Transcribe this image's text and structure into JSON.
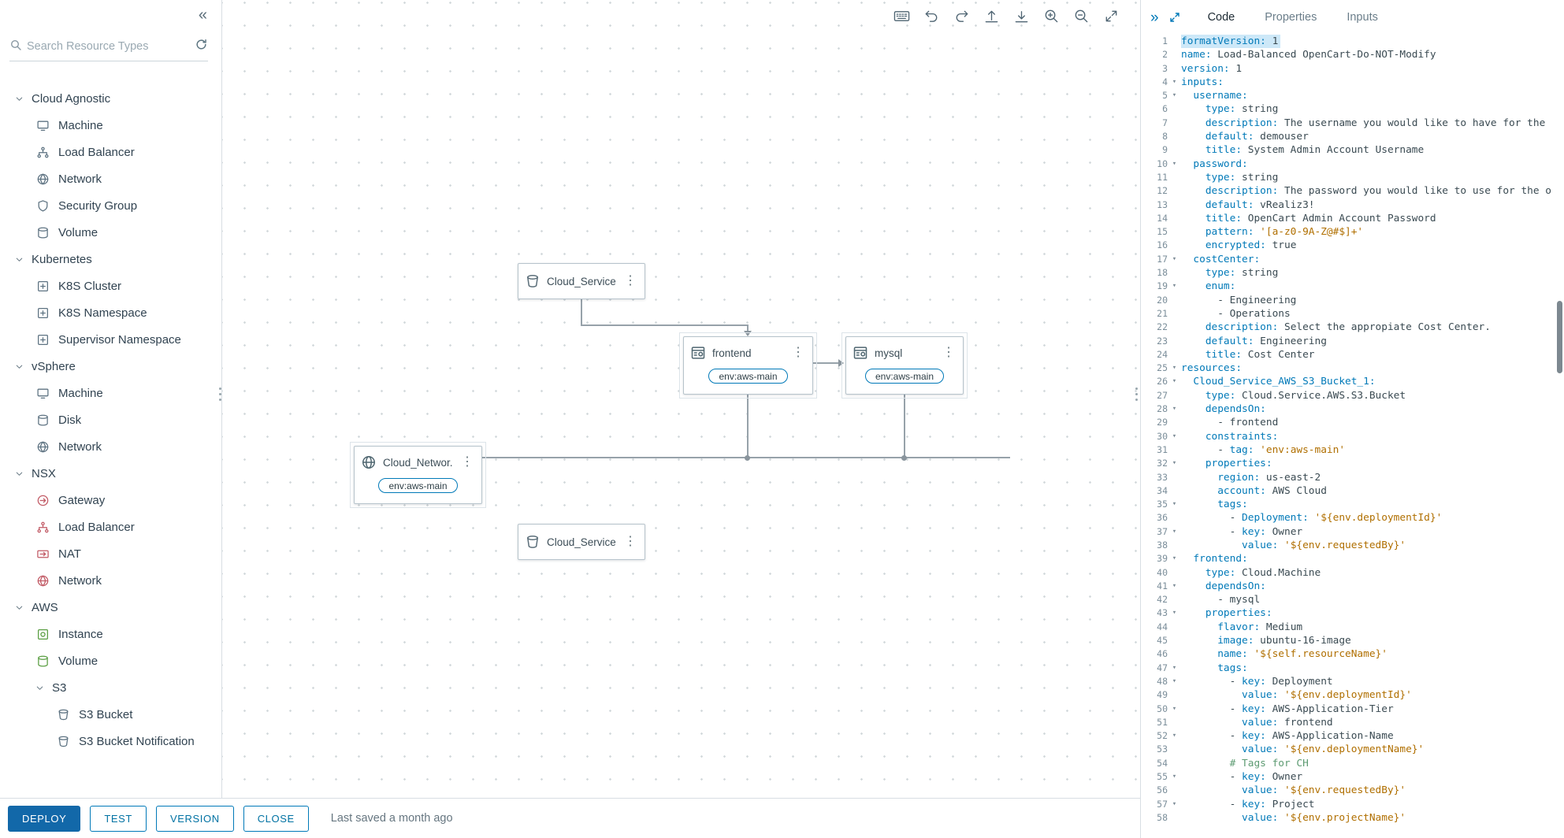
{
  "sidebar": {
    "search_placeholder": "Search Resource Types",
    "groups": [
      {
        "label": "Cloud Agnostic",
        "items": [
          {
            "label": "Machine",
            "icon": "machine",
            "color": "#5e7382"
          },
          {
            "label": "Load Balancer",
            "icon": "load-balancer",
            "color": "#5e7382"
          },
          {
            "label": "Network",
            "icon": "network",
            "color": "#5e7382"
          },
          {
            "label": "Security Group",
            "icon": "security",
            "color": "#5e7382"
          },
          {
            "label": "Volume",
            "icon": "volume",
            "color": "#5e7382"
          }
        ]
      },
      {
        "label": "Kubernetes",
        "items": [
          {
            "label": "K8S Cluster",
            "icon": "namespace",
            "color": "#5e7382"
          },
          {
            "label": "K8S Namespace",
            "icon": "namespace",
            "color": "#5e7382"
          },
          {
            "label": "Supervisor Namespace",
            "icon": "namespace",
            "color": "#5e7382"
          }
        ]
      },
      {
        "label": "vSphere",
        "items": [
          {
            "label": "Machine",
            "icon": "machine",
            "color": "#5e7382"
          },
          {
            "label": "Disk",
            "icon": "volume",
            "color": "#5e7382"
          },
          {
            "label": "Network",
            "icon": "network",
            "color": "#5e7382"
          }
        ]
      },
      {
        "label": "NSX",
        "items": [
          {
            "label": "Gateway",
            "icon": "gateway",
            "color": "#c25b66"
          },
          {
            "label": "Load Balancer",
            "icon": "load-balancer",
            "color": "#c25b66"
          },
          {
            "label": "NAT",
            "icon": "nat",
            "color": "#c25b66"
          },
          {
            "label": "Network",
            "icon": "network",
            "color": "#c25b66"
          }
        ]
      },
      {
        "label": "AWS",
        "items": [
          {
            "label": "Instance",
            "icon": "instance",
            "color": "#5a9e42"
          },
          {
            "label": "Volume",
            "icon": "volume",
            "color": "#5a9e42"
          },
          {
            "label": "S3",
            "subheader": true
          },
          {
            "label": "S3 Bucket",
            "icon": "bucket",
            "color": "#5e7382",
            "indent": 2
          },
          {
            "label": "S3 Bucket Notification",
            "icon": "bucket",
            "color": "#5e7382",
            "indent": 2
          }
        ]
      }
    ]
  },
  "canvas": {
    "toolbar": [
      "keyboard-shortcuts",
      "undo",
      "redo",
      "bring-to-front",
      "send-to-back",
      "zoom-in",
      "zoom-out",
      "fit-to-screen"
    ],
    "nodes": {
      "service_top": {
        "label": "Cloud_Service...",
        "tag": ""
      },
      "frontend": {
        "label": "frontend",
        "tag": "env:aws-main"
      },
      "mysql": {
        "label": "mysql",
        "tag": "env:aws-main"
      },
      "network": {
        "label": "Cloud_Networ...",
        "tag": "env:aws-main"
      },
      "service_bottom": {
        "label": "Cloud_Service...",
        "tag": ""
      }
    }
  },
  "panel": {
    "tabs": [
      {
        "label": "Code",
        "active": true
      },
      {
        "label": "Properties",
        "active": false
      },
      {
        "label": "Inputs",
        "active": false
      }
    ],
    "colors": {
      "key": "#0079b8",
      "plain": "#3a4a52",
      "string": "#b06f00",
      "comment": "#5d9b72"
    },
    "code_lines": [
      {
        "hl": true,
        "parts": [
          [
            "k",
            "formatVersion:"
          ],
          [
            "p",
            " 1"
          ]
        ]
      },
      {
        "parts": [
          [
            "k",
            "name:"
          ],
          [
            "p",
            " Load-Balanced OpenCart-Do-NOT-Modify"
          ]
        ]
      },
      {
        "parts": [
          [
            "k",
            "version:"
          ],
          [
            "p",
            " 1"
          ]
        ]
      },
      {
        "fold": true,
        "parts": [
          [
            "k",
            "inputs:"
          ]
        ]
      },
      {
        "fold": true,
        "parts": [
          [
            "k",
            "  username:"
          ]
        ]
      },
      {
        "parts": [
          [
            "k",
            "    type:"
          ],
          [
            "p",
            " string"
          ]
        ]
      },
      {
        "parts": [
          [
            "k",
            "    description:"
          ],
          [
            "p",
            " The username you would like to have for the "
          ]
        ]
      },
      {
        "parts": [
          [
            "k",
            "    default:"
          ],
          [
            "p",
            " demouser"
          ]
        ]
      },
      {
        "parts": [
          [
            "k",
            "    title:"
          ],
          [
            "p",
            " System Admin Account Username"
          ]
        ]
      },
      {
        "fold": true,
        "parts": [
          [
            "k",
            "  password:"
          ]
        ]
      },
      {
        "parts": [
          [
            "k",
            "    type:"
          ],
          [
            "p",
            " string"
          ]
        ]
      },
      {
        "parts": [
          [
            "k",
            "    description:"
          ],
          [
            "p",
            " The password you would like to use for the o"
          ]
        ]
      },
      {
        "parts": [
          [
            "k",
            "    default:"
          ],
          [
            "p",
            " vRealiz3!"
          ]
        ]
      },
      {
        "parts": [
          [
            "k",
            "    title:"
          ],
          [
            "p",
            " OpenCart Admin Account Password"
          ]
        ]
      },
      {
        "parts": [
          [
            "k",
            "    pattern:"
          ],
          [
            "s",
            " '[a-z0-9A-Z@#$]+'"
          ]
        ]
      },
      {
        "parts": [
          [
            "k",
            "    encrypted:"
          ],
          [
            "p",
            " true"
          ]
        ]
      },
      {
        "fold": true,
        "parts": [
          [
            "k",
            "  costCenter:"
          ]
        ]
      },
      {
        "parts": [
          [
            "k",
            "    type:"
          ],
          [
            "p",
            " string"
          ]
        ]
      },
      {
        "fold": true,
        "parts": [
          [
            "k",
            "    enum:"
          ]
        ]
      },
      {
        "parts": [
          [
            "p",
            "      - Engineering"
          ]
        ]
      },
      {
        "parts": [
          [
            "p",
            "      - Operations"
          ]
        ]
      },
      {
        "parts": [
          [
            "k",
            "    description:"
          ],
          [
            "p",
            " Select the appropiate Cost Center."
          ]
        ]
      },
      {
        "parts": [
          [
            "k",
            "    default:"
          ],
          [
            "p",
            " Engineering"
          ]
        ]
      },
      {
        "parts": [
          [
            "k",
            "    title:"
          ],
          [
            "p",
            " Cost Center"
          ]
        ]
      },
      {
        "fold": true,
        "parts": [
          [
            "k",
            "resources:"
          ]
        ]
      },
      {
        "fold": true,
        "parts": [
          [
            "k",
            "  Cloud_Service_AWS_S3_Bucket_1:"
          ]
        ]
      },
      {
        "parts": [
          [
            "k",
            "    type:"
          ],
          [
            "p",
            " Cloud.Service.AWS.S3.Bucket"
          ]
        ]
      },
      {
        "fold": true,
        "parts": [
          [
            "k",
            "    dependsOn:"
          ]
        ]
      },
      {
        "parts": [
          [
            "p",
            "      - frontend"
          ]
        ]
      },
      {
        "fold": true,
        "parts": [
          [
            "k",
            "    constraints:"
          ]
        ]
      },
      {
        "parts": [
          [
            "p",
            "      - "
          ],
          [
            "k",
            "tag:"
          ],
          [
            "s",
            " 'env:aws-main'"
          ]
        ]
      },
      {
        "fold": true,
        "parts": [
          [
            "k",
            "    properties:"
          ]
        ]
      },
      {
        "parts": [
          [
            "k",
            "      region:"
          ],
          [
            "p",
            " us-east-2"
          ]
        ]
      },
      {
        "parts": [
          [
            "k",
            "      account:"
          ],
          [
            "p",
            " AWS Cloud"
          ]
        ]
      },
      {
        "fold": true,
        "parts": [
          [
            "k",
            "      tags:"
          ]
        ]
      },
      {
        "parts": [
          [
            "p",
            "        - "
          ],
          [
            "k",
            "Deployment:"
          ],
          [
            "s",
            " '${env.deploymentId}'"
          ]
        ]
      },
      {
        "fold": true,
        "parts": [
          [
            "p",
            "        - "
          ],
          [
            "k",
            "key:"
          ],
          [
            "p",
            " Owner"
          ]
        ]
      },
      {
        "parts": [
          [
            "k",
            "          value:"
          ],
          [
            "s",
            " '${env.requestedBy}'"
          ]
        ]
      },
      {
        "fold": true,
        "parts": [
          [
            "k",
            "  frontend:"
          ]
        ]
      },
      {
        "parts": [
          [
            "k",
            "    type:"
          ],
          [
            "p",
            " Cloud.Machine"
          ]
        ]
      },
      {
        "fold": true,
        "parts": [
          [
            "k",
            "    dependsOn:"
          ]
        ]
      },
      {
        "parts": [
          [
            "p",
            "      - mysql"
          ]
        ]
      },
      {
        "fold": true,
        "parts": [
          [
            "k",
            "    properties:"
          ]
        ]
      },
      {
        "parts": [
          [
            "k",
            "      flavor:"
          ],
          [
            "p",
            " Medium"
          ]
        ]
      },
      {
        "parts": [
          [
            "k",
            "      image:"
          ],
          [
            "p",
            " ubuntu-16-image"
          ]
        ]
      },
      {
        "parts": [
          [
            "k",
            "      name:"
          ],
          [
            "s",
            " '${self.resourceName}'"
          ]
        ]
      },
      {
        "fold": true,
        "parts": [
          [
            "k",
            "      tags:"
          ]
        ]
      },
      {
        "fold": true,
        "parts": [
          [
            "p",
            "        - "
          ],
          [
            "k",
            "key:"
          ],
          [
            "p",
            " Deployment"
          ]
        ]
      },
      {
        "parts": [
          [
            "k",
            "          value:"
          ],
          [
            "s",
            " '${env.deploymentId}'"
          ]
        ]
      },
      {
        "fold": true,
        "parts": [
          [
            "p",
            "        - "
          ],
          [
            "k",
            "key:"
          ],
          [
            "p",
            " AWS-Application-Tier"
          ]
        ]
      },
      {
        "parts": [
          [
            "k",
            "          value:"
          ],
          [
            "p",
            " frontend"
          ]
        ]
      },
      {
        "fold": true,
        "parts": [
          [
            "p",
            "        - "
          ],
          [
            "k",
            "key:"
          ],
          [
            "p",
            " AWS-Application-Name"
          ]
        ]
      },
      {
        "parts": [
          [
            "k",
            "          value:"
          ],
          [
            "s",
            " '${env.deploymentName}'"
          ]
        ]
      },
      {
        "parts": [
          [
            "c",
            "        # Tags for CH"
          ]
        ]
      },
      {
        "fold": true,
        "parts": [
          [
            "p",
            "        - "
          ],
          [
            "k",
            "key:"
          ],
          [
            "p",
            " Owner"
          ]
        ]
      },
      {
        "parts": [
          [
            "k",
            "          value:"
          ],
          [
            "s",
            " '${env.requestedBy}'"
          ]
        ]
      },
      {
        "fold": true,
        "parts": [
          [
            "p",
            "        - "
          ],
          [
            "k",
            "key:"
          ],
          [
            "p",
            " Project"
          ]
        ]
      },
      {
        "parts": [
          [
            "k",
            "          value:"
          ],
          [
            "s",
            " '${env.projectName}'"
          ]
        ]
      }
    ]
  },
  "footer": {
    "buttons": [
      {
        "label": "DEPLOY",
        "style": "primary"
      },
      {
        "label": "TEST",
        "style": "outline"
      },
      {
        "label": "VERSION",
        "style": "outline"
      },
      {
        "label": "CLOSE",
        "style": "outline"
      }
    ],
    "status": "Last saved a month ago"
  }
}
